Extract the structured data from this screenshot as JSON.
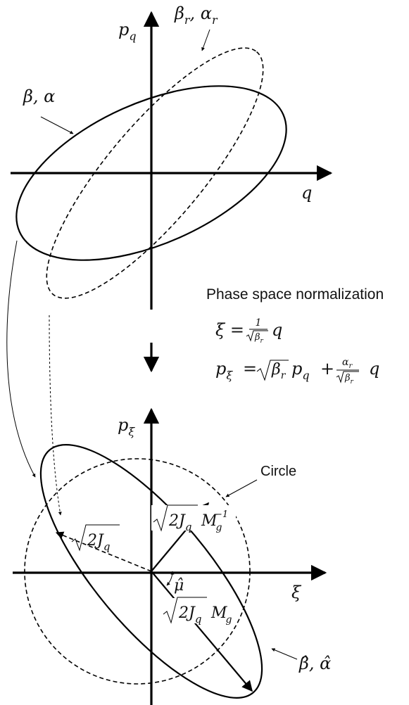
{
  "top": {
    "axis_vertical_label": "p",
    "axis_vertical_sub": "q",
    "axis_horizontal_label": "q",
    "solid_ellipse_label": "β, α",
    "dashed_ellipse_label_main": "β",
    "dashed_ellipse_label_sub1": "r",
    "dashed_ellipse_label_sep": ", α",
    "dashed_ellipse_label_sub2": "r"
  },
  "transform": {
    "title": "Phase space normalization",
    "eq1_lhs": "ξ =",
    "eq1_num": "1",
    "eq1_den_beta": "β",
    "eq1_den_sub": "r",
    "eq1_rhs": "q",
    "eq2_lhs_main": "p",
    "eq2_lhs_sub": "ξ",
    "eq2_eq": "=",
    "eq2_beta": "β",
    "eq2_beta_sub": "r",
    "eq2_p": "p",
    "eq2_p_sub": "q",
    "eq2_plus": "+",
    "eq2_frac_num": "α",
    "eq2_frac_num_sub": "r",
    "eq2_frac_den": "β",
    "eq2_frac_den_sub": "r",
    "eq2_q": "q"
  },
  "bottom": {
    "axis_vertical_label": "p",
    "axis_vertical_sub": "ξ",
    "axis_horizontal_label": "ξ",
    "circle_label": "Circle",
    "radius_label_main": "2J",
    "radius_label_sub": "q",
    "minor_label_main": "2J",
    "minor_label_sub": "q",
    "minor_label_M": "M",
    "minor_label_M_sub": "g",
    "minor_label_M_sup": "−1",
    "major_label_main": "2J",
    "major_label_sub": "q",
    "major_label_M": "M",
    "major_label_M_sub": "g",
    "angle_label": "μ̂",
    "ellipse_label": "β̂, α̂"
  }
}
